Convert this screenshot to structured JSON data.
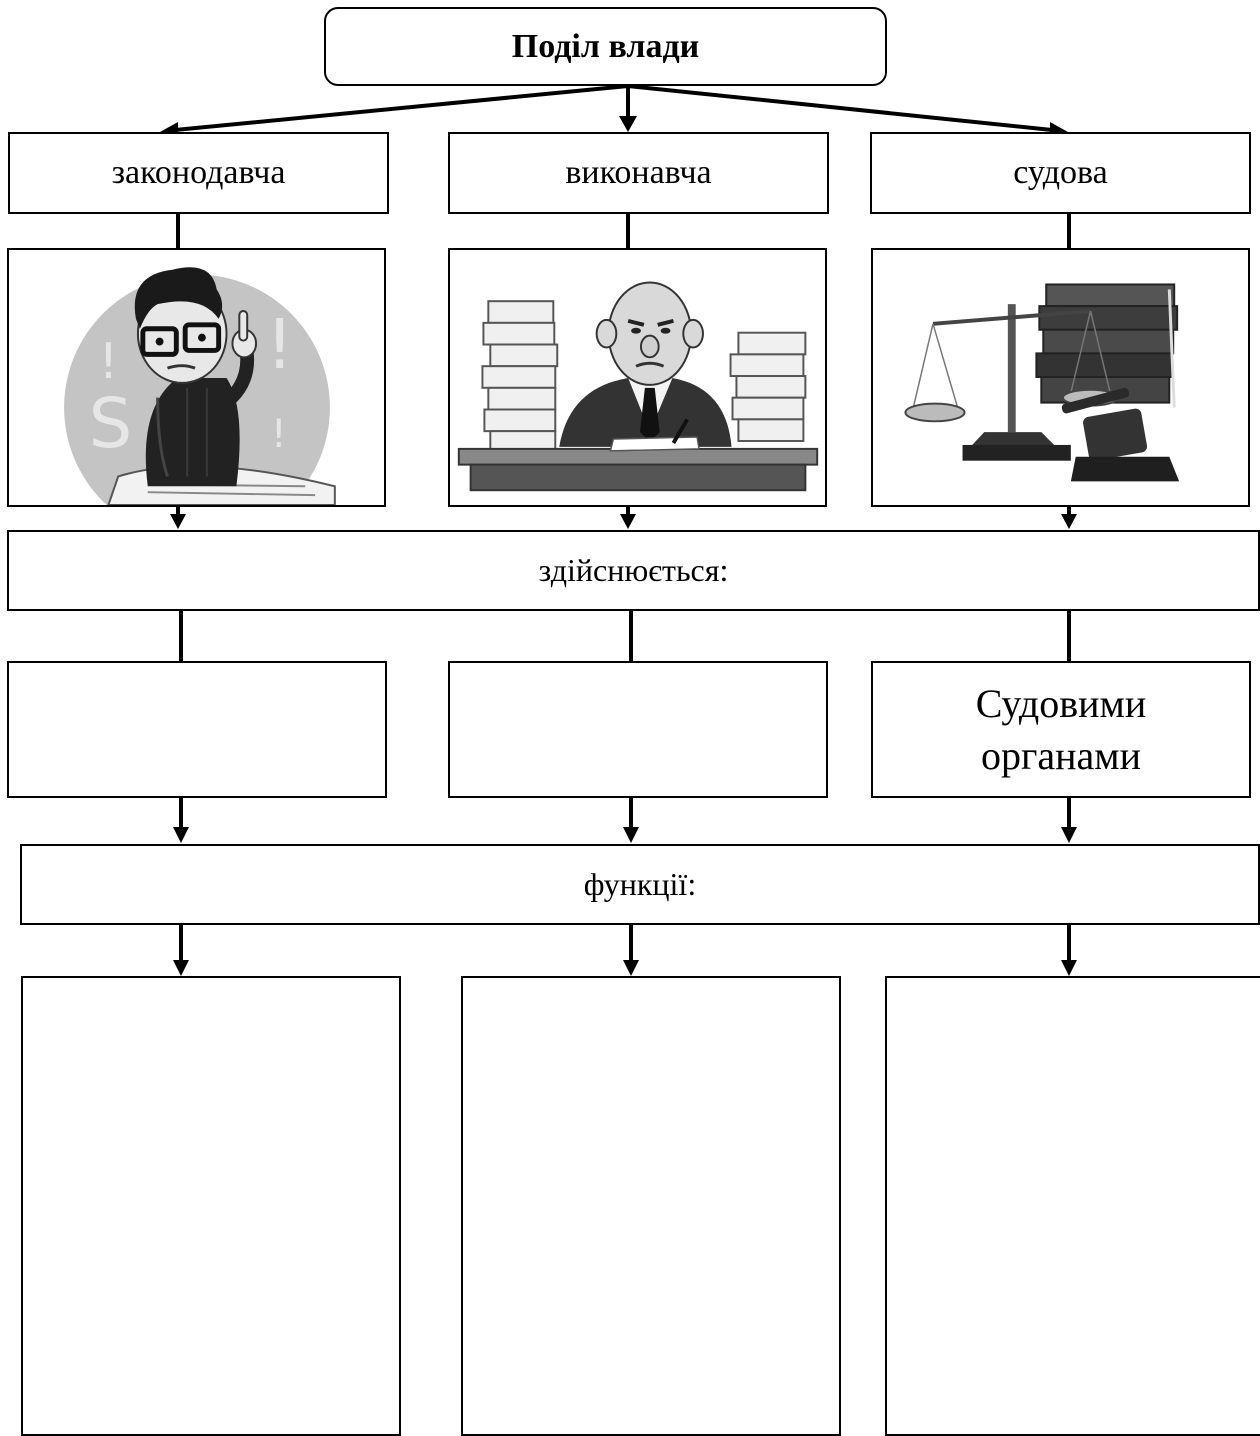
{
  "title": "Поділ влади",
  "branches": [
    {
      "label": "законодавча",
      "image_icon": "thinking-person-with-book-illustration",
      "body": "",
      "functions": ""
    },
    {
      "label": "виконавча",
      "image_icon": "official-at-desk-with-paper-stacks-illustration",
      "body": "",
      "functions": ""
    },
    {
      "label": "судова",
      "image_icon": "scales-gavel-and-law-books-illustration",
      "body_line1": "Судовими",
      "body_line2": "органами",
      "functions": ""
    }
  ],
  "implemented_by_label": "здійснюється:",
  "functions_label": "функції:",
  "colors": {
    "line": "#000000",
    "background": "#ffffff"
  }
}
